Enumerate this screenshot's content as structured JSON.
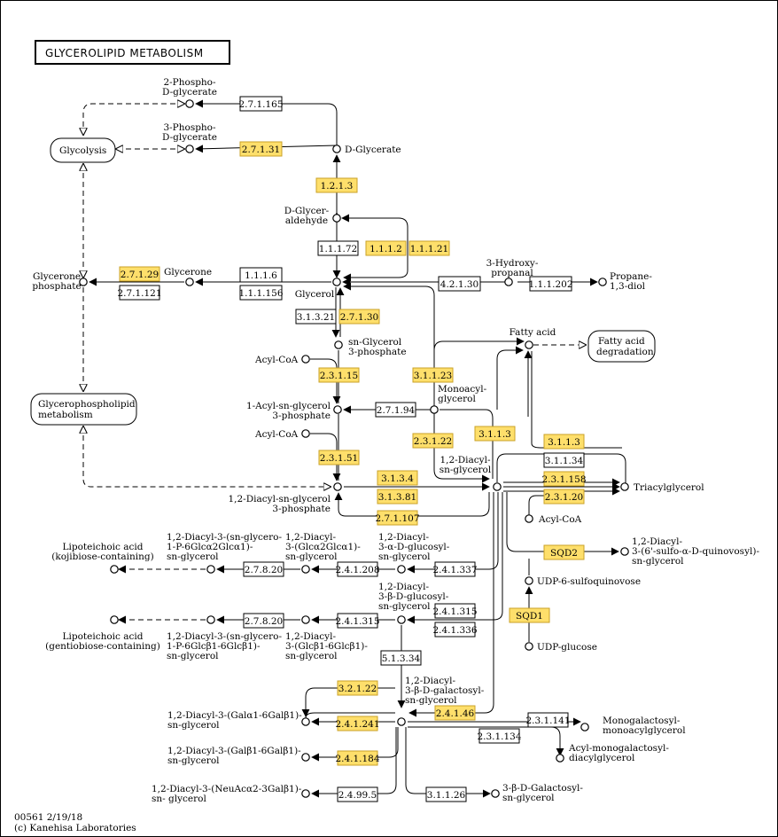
{
  "title": "GLYCEROLIPID METABOLISM",
  "footer": {
    "map_id": "00561 2/19/18",
    "copyright": "(c) Kanehisa Laboratories"
  },
  "maps": {
    "glycolysis": "Glycolysis",
    "fatty_acid_degradation": [
      "Fatty acid",
      "degradation"
    ],
    "glycerophospholipid": [
      "Glycerophospholipid",
      "metabolism"
    ]
  },
  "compounds": {
    "phospho2": [
      "2-Phospho-",
      "D-glycerate"
    ],
    "phospho3": [
      "3-Phospho-",
      "D-glycerate"
    ],
    "dglycerate": "D-Glycerate",
    "dglyceraldehyde": [
      "D-Glycer-",
      "aldehyde"
    ],
    "glycerone_phosphate": [
      "Glycerone",
      "phosphate"
    ],
    "glycerone": "Glycerone",
    "glycerol": "Glycerol",
    "hydroxypropanal": [
      "3-Hydroxy-",
      "propanal"
    ],
    "propanediol": [
      "Propane-",
      "1,3-diol"
    ],
    "snglycerol3p": [
      "sn-Glycerol",
      "3-phosphate"
    ],
    "acylcoa1": "Acyl-CoA",
    "fattyacid": "Fatty acid",
    "monoacylglycerol": [
      "Monoacyl-",
      "glycerol"
    ],
    "acylglycerol3p": [
      "1-Acyl-sn-glycerol",
      "3-phosphate"
    ],
    "acylcoa2": "Acyl-CoA",
    "diacylsnglycerol": [
      "1,2-Diacyl-",
      "sn-glycerol"
    ],
    "diacylglycerol3p": [
      "1,2-Diacyl-sn-glycerol",
      "3-phosphate"
    ],
    "triacylglycerol": "Triacylglycerol",
    "acylcoa3": "Acyl-CoA",
    "sulfoquinovosyl": [
      "1,2-Diacyl-",
      "3-(6'-sulfo-α-D-quinovosyl)-",
      "sn-glycerol"
    ],
    "udp_sulfoquinovose": "UDP-6-sulfoquinovose",
    "udp_glucose": "UDP-glucose",
    "lta_kojibiose": [
      "Lipoteichoic acid",
      "(kojibiose-containing)"
    ],
    "diacyl_kojibiose": [
      "1,2-Diacyl-3-(sn-glycero-",
      "1-P-6Glcα2Glcα1)-",
      "sn-glycerol"
    ],
    "diacyl_glca2glca1": [
      "1,2-Diacyl-",
      "3-(Glcα2Glcα1)-",
      "sn-glycerol"
    ],
    "diacyl_aglucosyl": [
      "1,2-Diacyl-",
      "3-α-D-glucosyl-",
      "sn-glycerol"
    ],
    "lta_gentiobiose": [
      "Lipoteichoic acid",
      "(gentiobiose-containing)"
    ],
    "diacyl_gentiobiose": [
      "1,2-Diacyl-3-(sn-glycero-",
      "1-P-6Glcβ1-6Glcβ1)-",
      "sn-glycerol"
    ],
    "diacyl_glcb16glcb1": [
      "1,2-Diacyl-",
      "3-(Glcβ1-6Glcβ1)-",
      "sn-glycerol"
    ],
    "diacyl_bglucosyl": [
      "1,2-Diacyl-",
      "3-β-D-glucosyl-",
      "sn-glycerol"
    ],
    "diacyl_bgalactosyl": [
      "1,2-Diacyl-",
      "3-β-D-galactosyl-",
      "sn-glycerol"
    ],
    "diacyl_gala16gal": [
      "1,2-Diacyl-3-(Galα1-6Galβ1)-",
      "sn-glycerol"
    ],
    "diacyl_galb16gal": [
      "1,2-Diacyl-3-(Galβ1-6Galβ1)-",
      "sn-glycerol"
    ],
    "diacyl_neuac": [
      "1,2-Diacyl-3-(NeuAcα2-3Galβ1)-",
      "sn- glycerol"
    ],
    "monogalactosyl_monoacyl": [
      "Monogalactosyl-",
      "monoacylglycerol"
    ],
    "acyl_monogalactosyl": [
      "Acyl-monogalactosyl-",
      "diacylglycerol"
    ],
    "bdgalactosyl_snglycerol": [
      "3-β-D-Galactosyl-",
      "sn-glycerol"
    ]
  },
  "enzymes": {
    "e_27165": "2.7.1.165",
    "e_27131": "2.7.1.31",
    "e_1213": "1.2.1.3",
    "e_11172": "1.1.1.72",
    "e_1112": "1.1.1.2",
    "e_11121": "1.1.1.21",
    "e_2729": "2.7.1.29",
    "e_27121": "2.7.1.121",
    "e_1116": "1.1.1.6",
    "e_111156": "1.1.1.156",
    "e_42130": "4.2.1.30",
    "e_111202": "1.1.1.202",
    "e_31321": "3.1.3.21",
    "e_2730": "2.7.1.30",
    "e_23115": "2.3.1.15",
    "e_31123": "3.1.1.23",
    "e_27194": "2.7.1.94",
    "e_23122": "2.3.1.22",
    "e_3113": "3.1.1.3",
    "e_3113b": "3.1.1.3",
    "e_23151": "2.3.1.51",
    "e_31134": "3.1.1.34",
    "e_3134": "3.1.3.4",
    "e_31381": "3.1.3.81",
    "e_231158": "2.3.1.158",
    "e_23120": "2.3.1.20",
    "e_271107": "2.7.1.107",
    "e_sqd2": "SQD2",
    "e_sqd1": "SQD1",
    "e_27820a": "2.7.8.20",
    "e_241208": "2.4.1.208",
    "e_241337": "2.4.1.337",
    "e_27820b": "2.7.8.20",
    "e_241315a": "2.4.1.315",
    "e_241315b": "2.4.1.315",
    "e_241336": "2.4.1.336",
    "e_51334": "5.1.3.34",
    "e_32122": "3.2.1.22",
    "e_24146": "2.4.1.46",
    "e_231141": "2.3.1.141",
    "e_241241": "2.4.1.241",
    "e_231134": "2.3.1.134",
    "e_241184": "2.4.1.184",
    "e_24995": "2.4.99.5",
    "e_31126": "3.1.1.26"
  },
  "colors": {
    "highlight": "#fedf6b",
    "highlight_border": "#c9a227",
    "line": "#000000"
  }
}
